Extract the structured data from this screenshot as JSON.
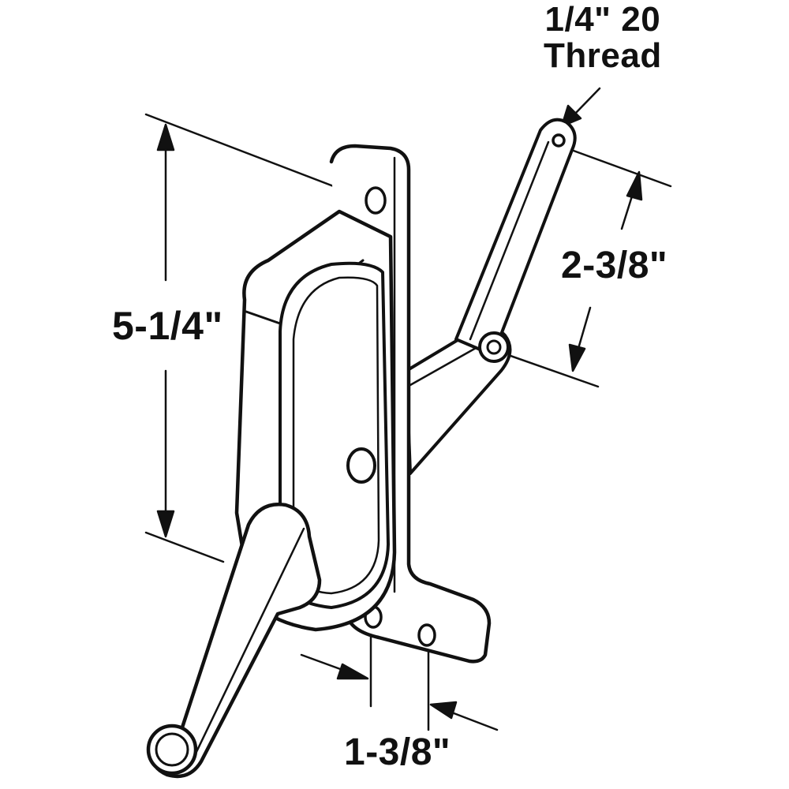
{
  "diagram": {
    "subject": "casement window operator crank",
    "colors": {
      "line": "#111111",
      "fill": "#ffffff",
      "background": "#ffffff"
    },
    "dimensions": {
      "overall_height": "5-1/4\"",
      "arm_hole_spacing": "2-3/8\"",
      "thread_line1": "1/4\" 20",
      "thread_line2": "Thread",
      "base_hole_spacing": "1-3/8\""
    }
  }
}
